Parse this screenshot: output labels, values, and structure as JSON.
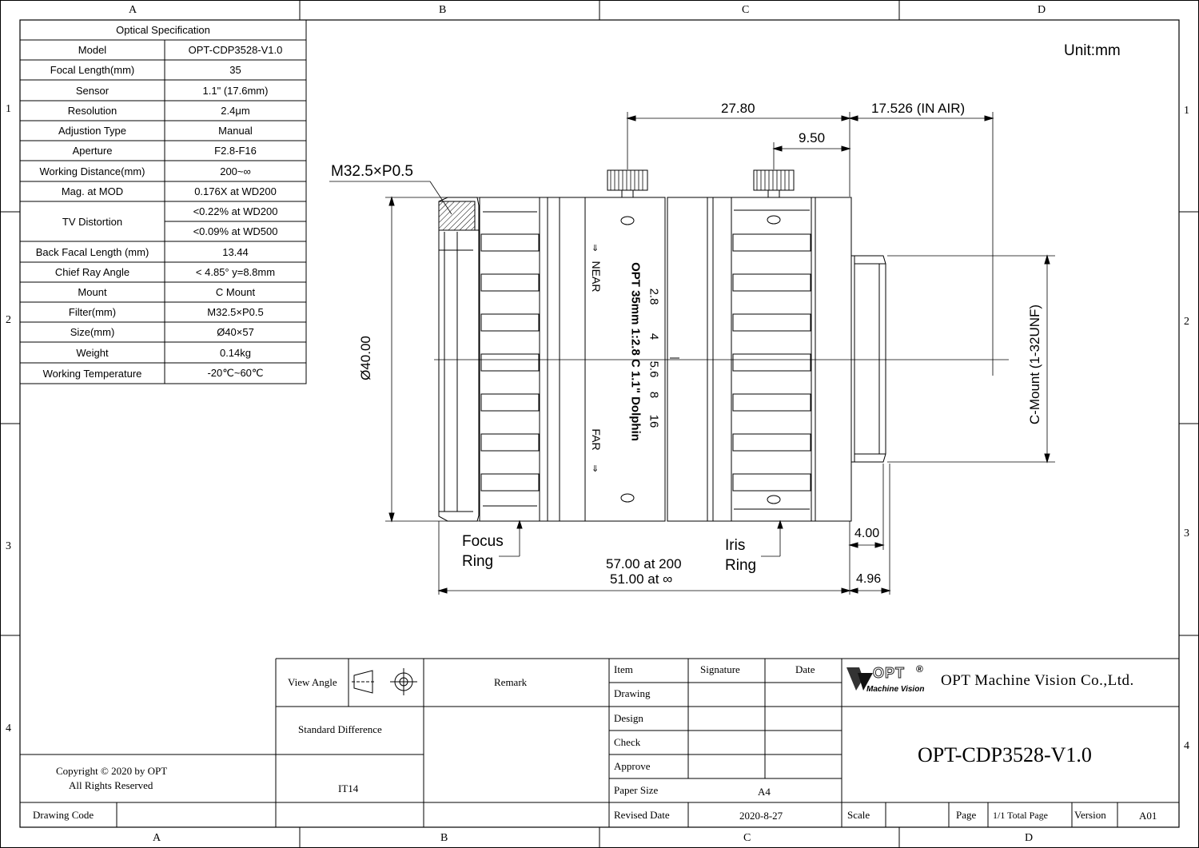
{
  "frame": {
    "col_labels": [
      "A",
      "B",
      "C",
      "D"
    ],
    "row_labels": [
      "1",
      "2",
      "3",
      "4"
    ]
  },
  "spec_table": {
    "title": "Optical Specification",
    "rows": [
      {
        "label": "Model",
        "values": [
          "OPT-CDP3528-V1.0"
        ]
      },
      {
        "label": "Focal Length(mm)",
        "values": [
          "35"
        ]
      },
      {
        "label": "Sensor",
        "values": [
          "1.1\" (17.6mm)"
        ]
      },
      {
        "label": "Resolution",
        "values": [
          "2.4μm"
        ]
      },
      {
        "label": "Adjustion Type",
        "values": [
          "Manual"
        ]
      },
      {
        "label": "Aperture",
        "values": [
          "F2.8-F16"
        ]
      },
      {
        "label": "Working Distance(mm)",
        "values": [
          "200~∞"
        ]
      },
      {
        "label": "Mag. at MOD",
        "values": [
          "0.176X at WD200"
        ]
      },
      {
        "label": "TV Distortion",
        "values": [
          "<0.22% at WD200",
          "<0.09% at WD500"
        ]
      },
      {
        "label": "Back Facal Length (mm)",
        "values": [
          "13.44"
        ]
      },
      {
        "label": "Chief Ray Angle",
        "values": [
          "< 4.85°  y=8.8mm"
        ]
      },
      {
        "label": "Mount",
        "values": [
          "C Mount"
        ]
      },
      {
        "label": "Filter(mm)",
        "values": [
          "M32.5×P0.5"
        ]
      },
      {
        "label": "Size(mm)",
        "values": [
          "Ø40×57"
        ]
      },
      {
        "label": "Weight",
        "values": [
          "0.14kg"
        ]
      },
      {
        "label": "Working Temperature",
        "values": [
          "-20℃~60℃"
        ]
      }
    ]
  },
  "drawing": {
    "unit": "Unit:mm",
    "dim_27_80": "27.80",
    "dim_17_526": "17.526  (IN AIR)",
    "dim_9_50": "9.50",
    "filter_thread": "M32.5×P0.5",
    "diameter": "Ø40.00",
    "mount_label": "C-Mount  (1-32UNF)",
    "focus_ring_1": "Focus",
    "focus_ring_2": "Ring",
    "iris_ring_1": "Iris",
    "iris_ring_2": "Ring",
    "length_1": "57.00 at 200",
    "length_2": "51.00 at ∞",
    "dim_4_00": "4.00",
    "dim_4_96": "4.96",
    "engraving_apertures": [
      "2.8",
      "4",
      "5.6",
      "8",
      "16"
    ],
    "engraving_model": "OPT 35mm 1:2.8 C 1.1\" Dolphin",
    "engraving_near": "NEAR",
    "engraving_far": "FAR"
  },
  "title_block": {
    "view_angle": "View Angle",
    "remark": "Remark",
    "standard_difference": "Standard Difference",
    "it14": "IT14",
    "copyright_1": "Copyright © 2020 by OPT",
    "copyright_2": "All Rights Reserved",
    "drawing_code": "Drawing Code",
    "item": "Item",
    "signature": "Signature",
    "date": "Date",
    "drawing": "Drawing",
    "design": "Design",
    "check": "Check",
    "approve": "Approve",
    "paper_size": "Paper Size",
    "paper_size_value": "A4",
    "revised_date": "Revised Date",
    "revised_date_value": "2020-8-27",
    "scale": "Scale",
    "page": "Page",
    "total_page": "1/1 Total Page",
    "version": "Version",
    "version_value": "A01",
    "logo_text": "OPT",
    "logo_reg": "®",
    "logo_sub": "Machine Vision",
    "company": "OPT Machine Vision Co.,Ltd.",
    "drawing_number": "OPT-CDP3528-V1.0"
  }
}
